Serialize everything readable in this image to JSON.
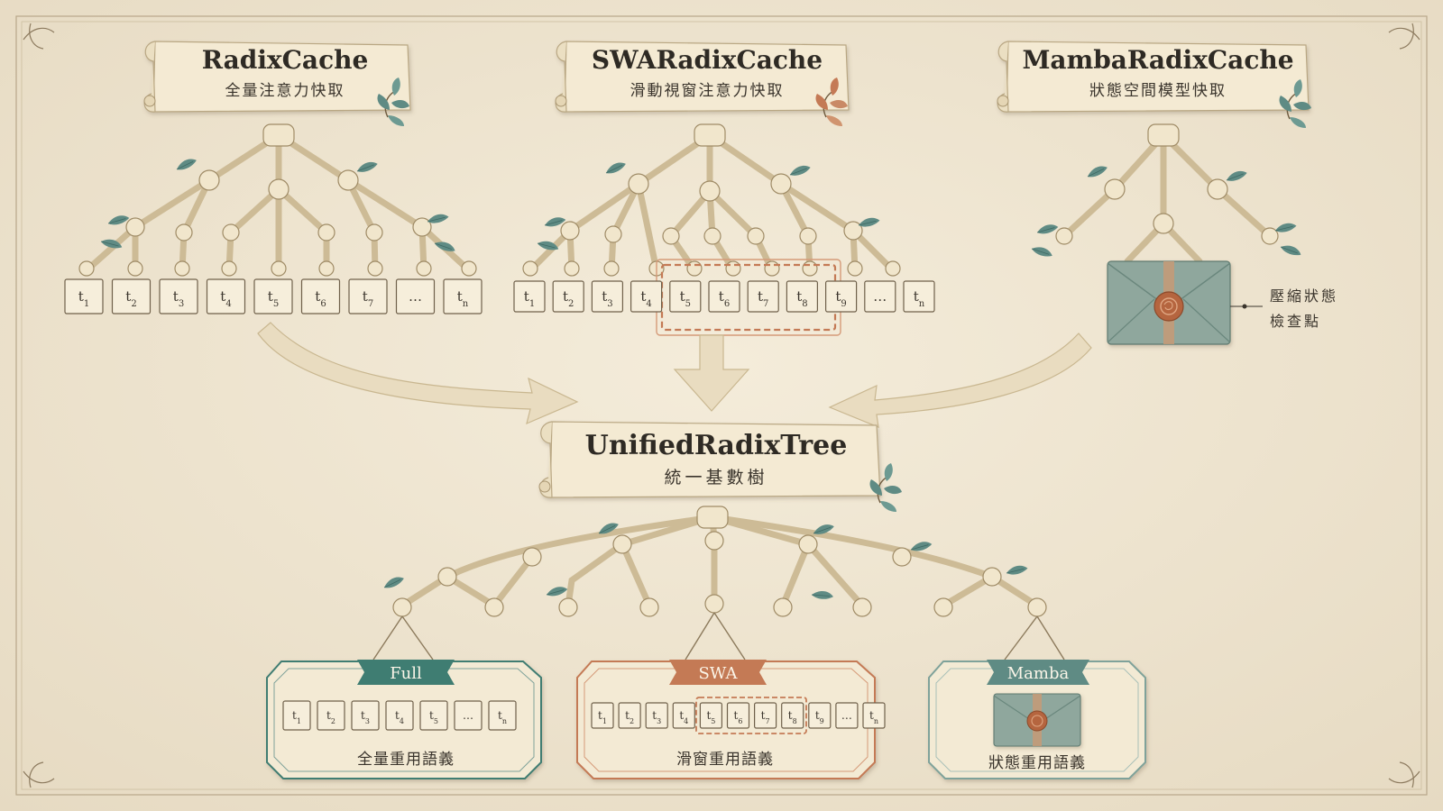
{
  "caches": {
    "radix": {
      "title": "RadixCache",
      "subtitle": "全量注意力快取"
    },
    "swa": {
      "title": "SWARadixCache",
      "subtitle": "滑動視窗注意力快取"
    },
    "mamba": {
      "title": "MambaRadixCache",
      "subtitle": "狀態空間模型快取"
    }
  },
  "tokens": {
    "radix": [
      {
        "b": "t",
        "s": "1"
      },
      {
        "b": "t",
        "s": "2"
      },
      {
        "b": "t",
        "s": "3"
      },
      {
        "b": "t",
        "s": "4"
      },
      {
        "b": "t",
        "s": "5"
      },
      {
        "b": "t",
        "s": "6"
      },
      {
        "b": "t",
        "s": "7"
      },
      {
        "b": "…",
        "s": ""
      },
      {
        "b": "t",
        "s": "n"
      }
    ],
    "swa": [
      {
        "b": "t",
        "s": "1"
      },
      {
        "b": "t",
        "s": "2"
      },
      {
        "b": "t",
        "s": "3"
      },
      {
        "b": "t",
        "s": "4"
      },
      {
        "b": "t",
        "s": "5"
      },
      {
        "b": "t",
        "s": "6"
      },
      {
        "b": "t",
        "s": "7"
      },
      {
        "b": "t",
        "s": "8"
      },
      {
        "b": "t",
        "s": "9"
      },
      {
        "b": "…",
        "s": ""
      },
      {
        "b": "t",
        "s": "n"
      }
    ],
    "full_panel": [
      {
        "b": "t",
        "s": "1"
      },
      {
        "b": "t",
        "s": "2"
      },
      {
        "b": "t",
        "s": "3"
      },
      {
        "b": "t",
        "s": "4"
      },
      {
        "b": "t",
        "s": "5"
      },
      {
        "b": "…",
        "s": ""
      },
      {
        "b": "t",
        "s": "n"
      }
    ],
    "swa_panel": [
      {
        "b": "t",
        "s": "1"
      },
      {
        "b": "t",
        "s": "2"
      },
      {
        "b": "t",
        "s": "3"
      },
      {
        "b": "t",
        "s": "4"
      },
      {
        "b": "t",
        "s": "5"
      },
      {
        "b": "t",
        "s": "6"
      },
      {
        "b": "t",
        "s": "7"
      },
      {
        "b": "t",
        "s": "8"
      },
      {
        "b": "t",
        "s": "9"
      },
      {
        "b": "…",
        "s": ""
      },
      {
        "b": "t",
        "s": "n"
      }
    ]
  },
  "checkpoint": {
    "line1": "壓縮狀態",
    "line2": "檢查點"
  },
  "unified": {
    "title": "UnifiedRadixTree",
    "subtitle": "統一基數樹"
  },
  "panels": {
    "full": {
      "tag": "Full",
      "label": "全量重用語義"
    },
    "swa": {
      "tag": "SWA",
      "label": "滑窗重用語義"
    },
    "mamba": {
      "tag": "Mamba",
      "label": "狀態重用語義"
    }
  },
  "colors": {
    "background": "#efe6d3",
    "paper": "#f5ecd8",
    "ink": "#2e2a24",
    "leaf": "#5f8b84",
    "full_teal": "#3f7d72",
    "swa_terracotta": "#c47a55",
    "mamba_sage": "#7fa29a",
    "envelope": "#8fa79d",
    "wax_seal": "#b5653f"
  },
  "icons": [
    "scroll-banner-icon",
    "leaf-sprig-icon",
    "envelope-icon",
    "wax-seal-icon",
    "arrow-icon",
    "corner-flourish-icon"
  ]
}
